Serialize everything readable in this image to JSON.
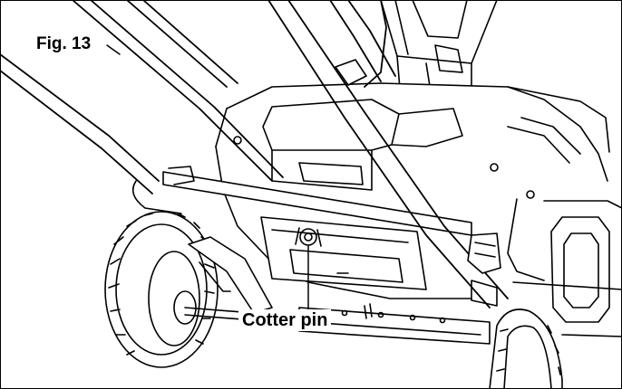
{
  "figure": {
    "label": "Fig. 13"
  },
  "callouts": [
    {
      "id": "cotter-pin",
      "text": "Cotter pin"
    }
  ],
  "colors": {
    "line": "#000000",
    "background": "#ffffff"
  }
}
